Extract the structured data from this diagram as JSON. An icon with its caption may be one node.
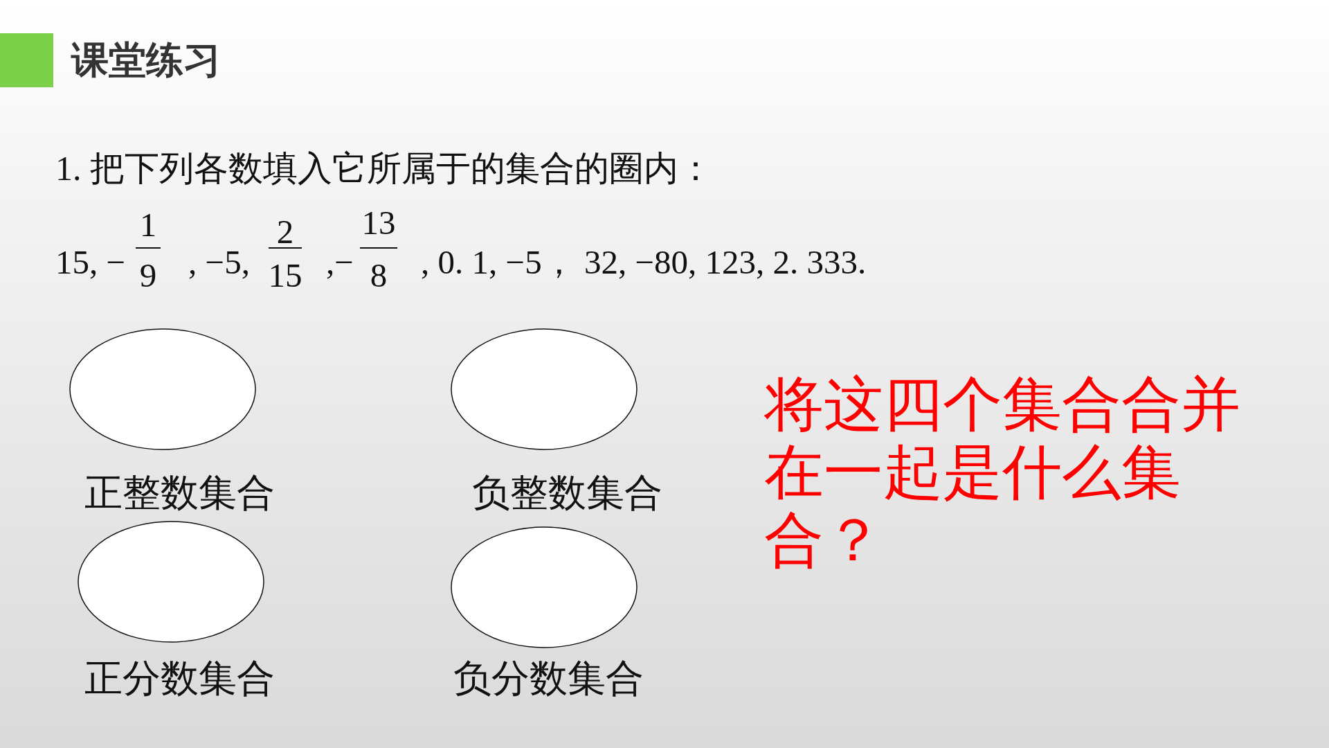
{
  "diagram": {
    "title": "课堂练习",
    "nodes": [
      {
        "text": [],
        "shape": "ellipse",
        "beside": [
          "正整数集合"
        ]
      },
      {
        "text": [],
        "shape": "ellipse",
        "beside": [
          "负整数集合"
        ]
      },
      {
        "text": [],
        "shape": "ellipse",
        "beside": [
          "正分数集合"
        ]
      },
      {
        "text": [],
        "shape": "ellipse",
        "beside": [
          "负分数集合"
        ]
      }
    ],
    "labels": [
      "1. 把下列各数填入它所属于的集合的圈内：",
      "15, −",
      "1",
      "9",
      ", −5,",
      "2",
      "15",
      ",−",
      "13",
      "8",
      ", 0. 1, −5，  32, −80, 123, 2. 333.",
      "将这四个集合合并在一起是什么集合？"
    ]
  }
}
